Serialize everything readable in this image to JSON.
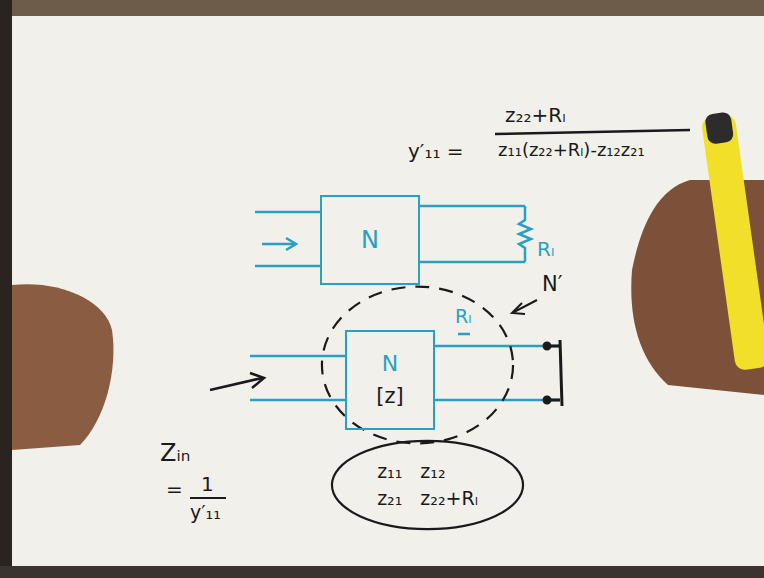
{
  "diagram": {
    "nodes": [
      {
        "text": [
          "N"
        ]
      },
      {
        "text": [
          "N′"
        ]
      },
      {
        "text": [
          "N",
          "[z]"
        ],
        "in": 1
      },
      {
        "text": [
          "z₁₁",
          "z₁₂",
          "z₂₁",
          "z₂₂+Rₗ"
        ]
      }
    ],
    "labels": [
      "y′₁₁ =",
      "z₂₂+Rₗ",
      "z₁₁(z₂₂+Rₗ)-z₁₂z₂₁",
      "Rₗ",
      "Rₗ",
      "Zᵢₙ",
      "=",
      "1",
      "y′₁₁"
    ]
  }
}
